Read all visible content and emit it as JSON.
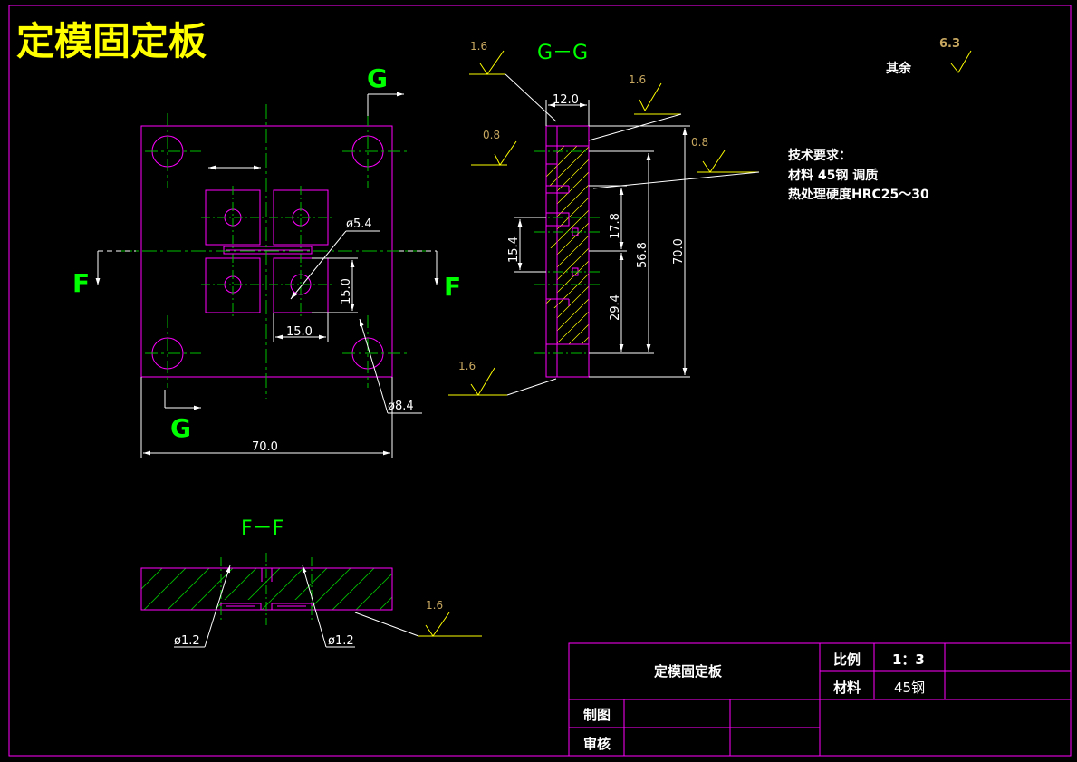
{
  "title": "定模固定板",
  "colors": {
    "outline": "#ff00ff",
    "centerline": "#00ff00",
    "dimension": "#ffffff",
    "roughness": "#ffff00",
    "roughness_text": "#c8a860",
    "section_label": "#00ff00",
    "section_view_label": "#00ff00",
    "title_color": "#ffff00",
    "text": "#ffffff"
  },
  "section_labels": {
    "g": "G",
    "f": "F"
  },
  "views": {
    "gg_title": "G－G",
    "ff_title": "F－F"
  },
  "dimensions": {
    "plate_width": "70.0",
    "hole_small": "ø5.4",
    "hole_large": "ø8.4",
    "spacing_h": "15.0",
    "spacing_v": "15.0",
    "thickness": "12.0",
    "height_70": "70.0",
    "height_568": "56.8",
    "height_178": "17.8",
    "height_154": "15.4",
    "height_294": "29.4",
    "gate_dia_left": "ø1.2",
    "gate_dia_right": "ø1.2"
  },
  "roughness": {
    "r1": "1.6",
    "r2": "1.6",
    "r3": "0.8",
    "r4": "0.8",
    "r5": "1.6",
    "r6": "1.6",
    "default_value": "6.3",
    "default_label": "其余"
  },
  "tech_requirements": {
    "heading": "技术要求：",
    "line1": "材料  45钢  调质",
    "line2": "热处理硬度HRC25～30"
  },
  "title_block": {
    "part_name": "定模固定板",
    "scale_label": "比例",
    "scale_value": "1：3",
    "material_label": "材料",
    "material_value": "45钢",
    "drawn_label": "制图",
    "checked_label": "审核"
  }
}
